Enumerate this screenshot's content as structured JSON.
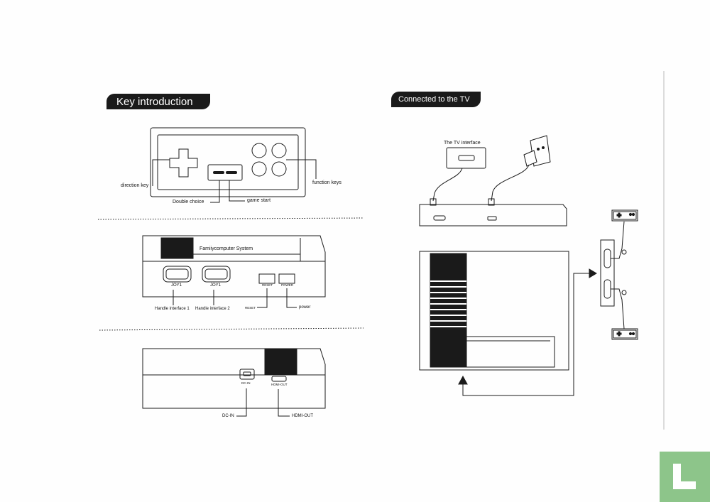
{
  "sections": {
    "key_intro_title": "Key introduction",
    "tv_title": "Connected to the TV"
  },
  "controller": {
    "direction_key": "direction key",
    "double_choice": "Double choice",
    "game_start": "game start",
    "function_keys": "function keys"
  },
  "console_front": {
    "brand": "Famiiycomputer System",
    "joy1_a": "JOY1",
    "joy1_b": "JOY1",
    "reset_small": "RESET",
    "power_small": "POWER",
    "handle_1": "Handle interface 1",
    "handle_2": "Handle interface 2",
    "reset_label": "RESET",
    "power_label": "power"
  },
  "console_back": {
    "dcin_small": "DC-IN",
    "hdmi_small": "HDMI-OUT",
    "dcin_label": "DC-IN",
    "hdmi_label": "HDMI-OUT"
  },
  "tv": {
    "interface_label": "The TV interface"
  },
  "colors": {
    "ink": "#1a1a1a",
    "watermark": "#8dc58a"
  }
}
